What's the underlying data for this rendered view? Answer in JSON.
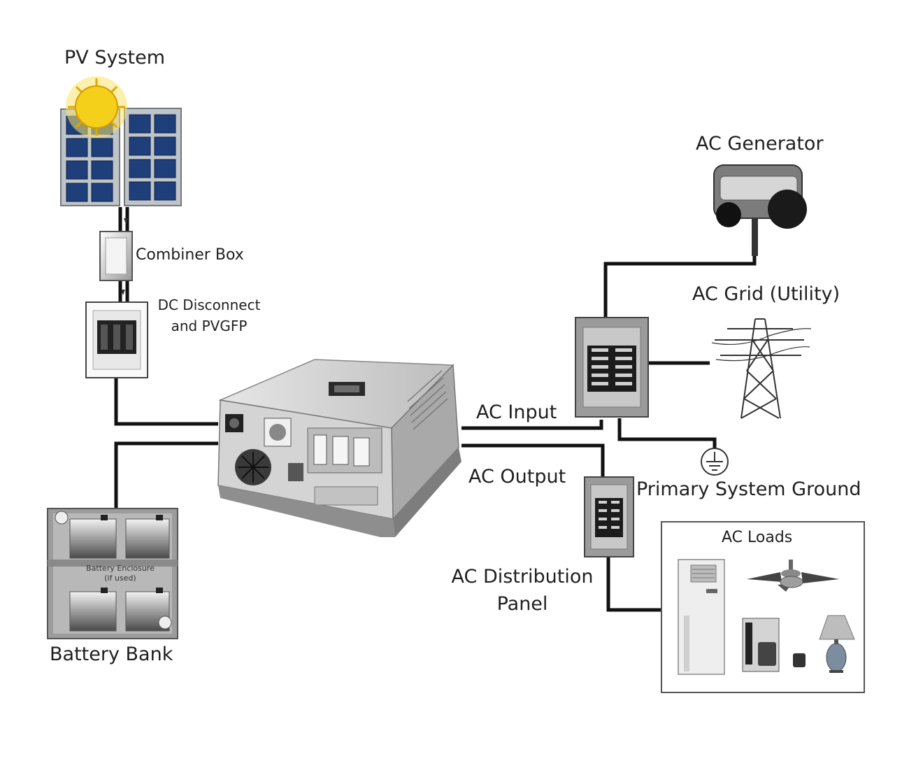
{
  "labels": {
    "pv_system": "PV System",
    "combiner_box": "Combiner Box",
    "dc_disconnect_line1": "DC Disconnect",
    "dc_disconnect_line2": "and PVGFP",
    "battery_bank": "Battery Bank",
    "battery_enclosure_line1": "Battery Enclosure",
    "battery_enclosure_line2": "(if used)",
    "ac_generator": "AC Generator",
    "ac_grid": "AC Grid (Utility)",
    "ac_input": "AC Input",
    "ac_output": "AC Output",
    "primary_ground": "Primary System Ground",
    "ac_distribution_line1": "AC Distribution",
    "ac_distribution_line2": "Panel",
    "ac_loads": "AC Loads"
  },
  "colors": {
    "wire": "#111111",
    "panel_cell": "#1f3f7a",
    "sun": "#f5d01a",
    "inverter_body": "#d8d8d8"
  },
  "icons": [
    "sun-icon",
    "solar-panel-icon",
    "combiner-box-icon",
    "dc-disconnect-icon",
    "inverter-icon",
    "battery-icon",
    "generator-icon",
    "transmission-tower-icon",
    "breaker-panel-icon",
    "ground-symbol-icon",
    "air-conditioner-icon",
    "ceiling-fan-icon",
    "coffee-maker-icon",
    "lamp-icon"
  ]
}
